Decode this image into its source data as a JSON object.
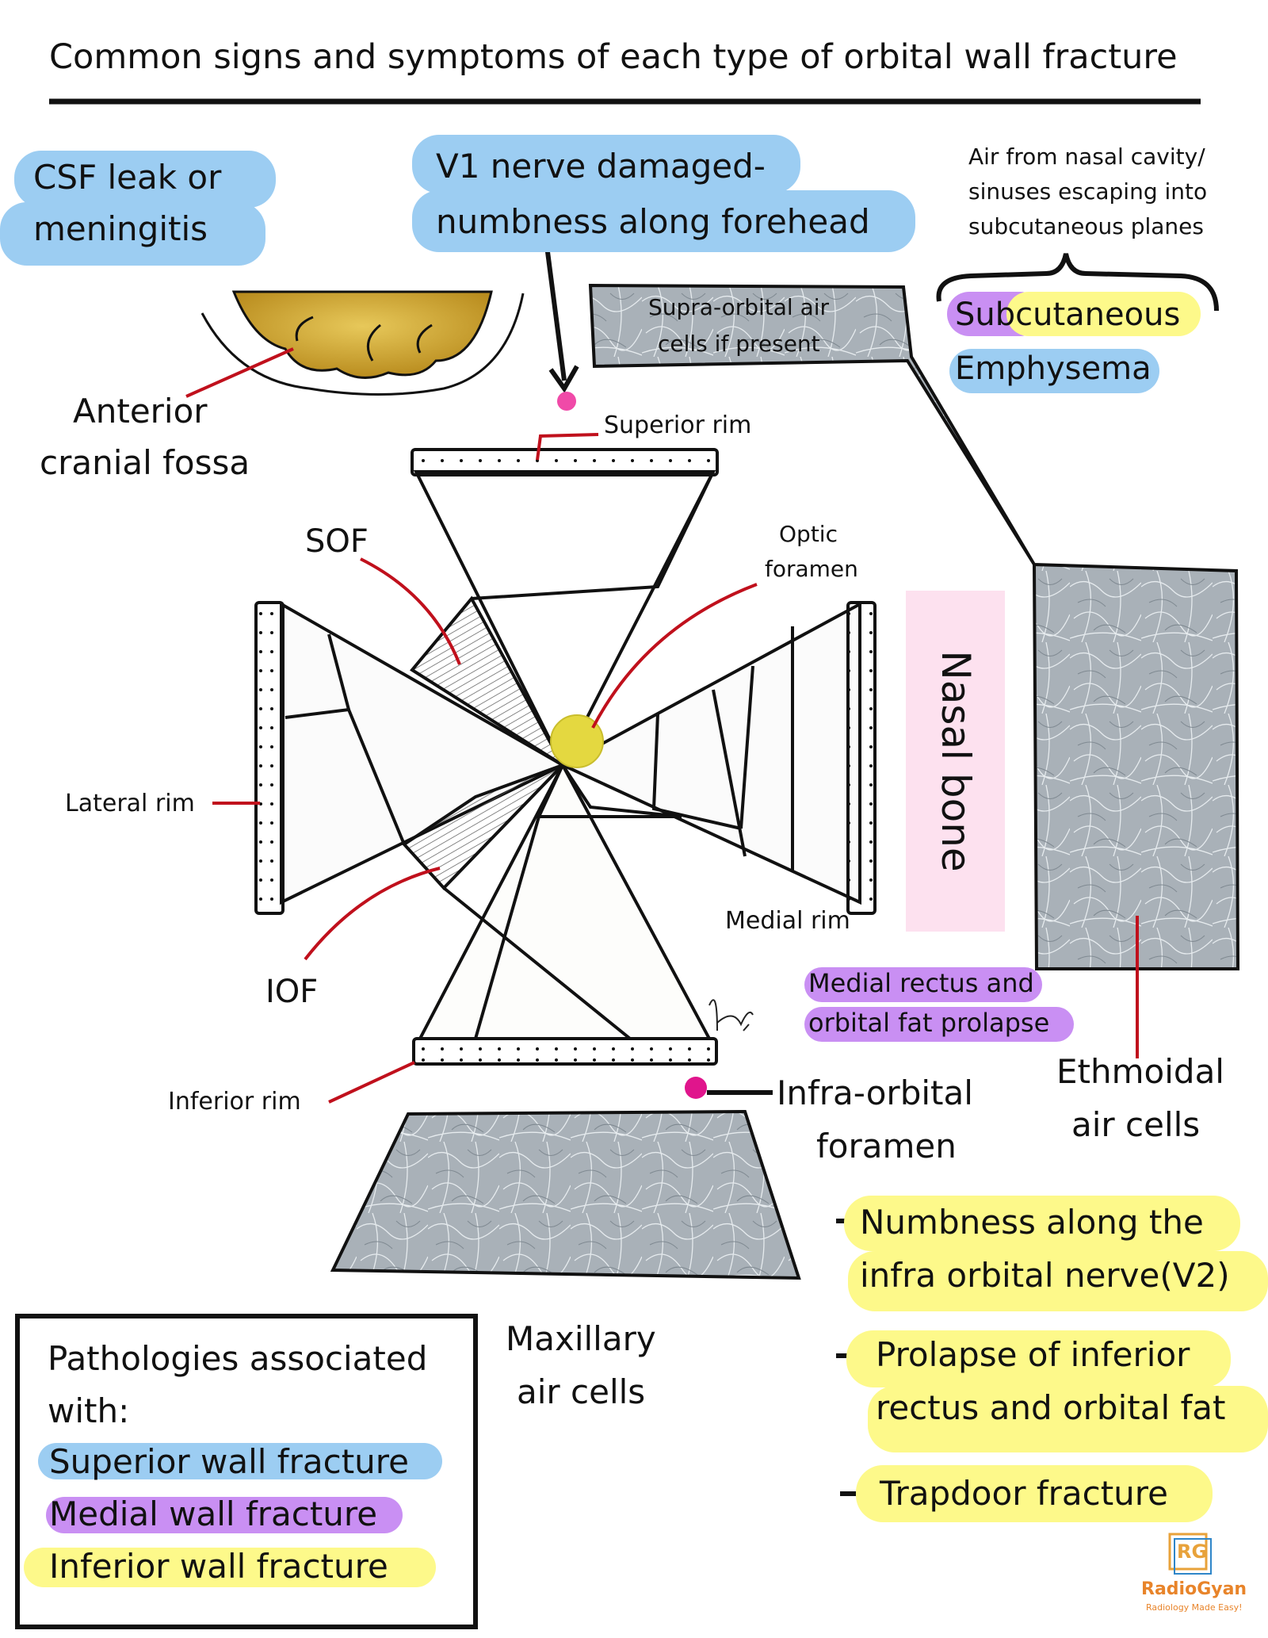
{
  "title": "Common signs and symptoms of each type of orbital wall fracture",
  "labels": {
    "csf_line1": "CSF leak or",
    "csf_line2": "meningitis",
    "v1_line1": "V1 nerve damaged-",
    "v1_line2": "numbness along forehead",
    "air_line1": "Air from nasal cavity/",
    "air_line2": "sinuses escaping into",
    "air_line3": "subcutaneous planes",
    "subcut_line1": "Subcutaneous",
    "subcut_line2": "Emphysema",
    "supra_line1": "Supra-orbital air",
    "supra_line2": "cells if present",
    "acf_line1": "Anterior",
    "acf_line2": "cranial fossa",
    "superior_rim": "Superior rim",
    "sof": "SOF",
    "optic_line1": "Optic",
    "optic_line2": "foramen",
    "nasal_bone": "Nasal bone",
    "lateral_rim": "Lateral rim",
    "medial_rim": "Medial rim",
    "iof": "IOF",
    "mr_line1": "Medial rectus and",
    "mr_line2": "orbital fat prolapse",
    "ethmoid_line1": "Ethmoidal",
    "ethmoid_line2": "air cells",
    "inferior_rim": "Inferior rim",
    "infra_line1": "Infra-orbital",
    "infra_line2": "foramen",
    "v2_line1": "Numbness along the",
    "v2_line2": "infra orbital nerve(V2)",
    "prolapse_line1": "Prolapse of inferior",
    "prolapse_line2": "rectus and orbital fat",
    "trapdoor": "Trapdoor fracture",
    "maxillary_line1": "Maxillary",
    "maxillary_line2": "air cells"
  },
  "legend": {
    "heading_line1": "Pathologies associated",
    "heading_line2": "with:",
    "superior": "Superior wall fracture",
    "medial": "Medial wall fracture",
    "inferior": "Inferior wall fracture"
  },
  "logo": {
    "mark": "RG",
    "name": "RadioGyan",
    "tagline": "Radiology Made Easy!"
  },
  "colors": {
    "superior_wall": "#9ccdf2",
    "medial_wall": "#c98ff3",
    "inferior_wall": "#fdf98a",
    "nasal_bone": "#fde1ef",
    "pointer_red": "#c0101c",
    "foramen_yellow": "#e4d840",
    "air_cells_gray": "#a9b1b8"
  }
}
